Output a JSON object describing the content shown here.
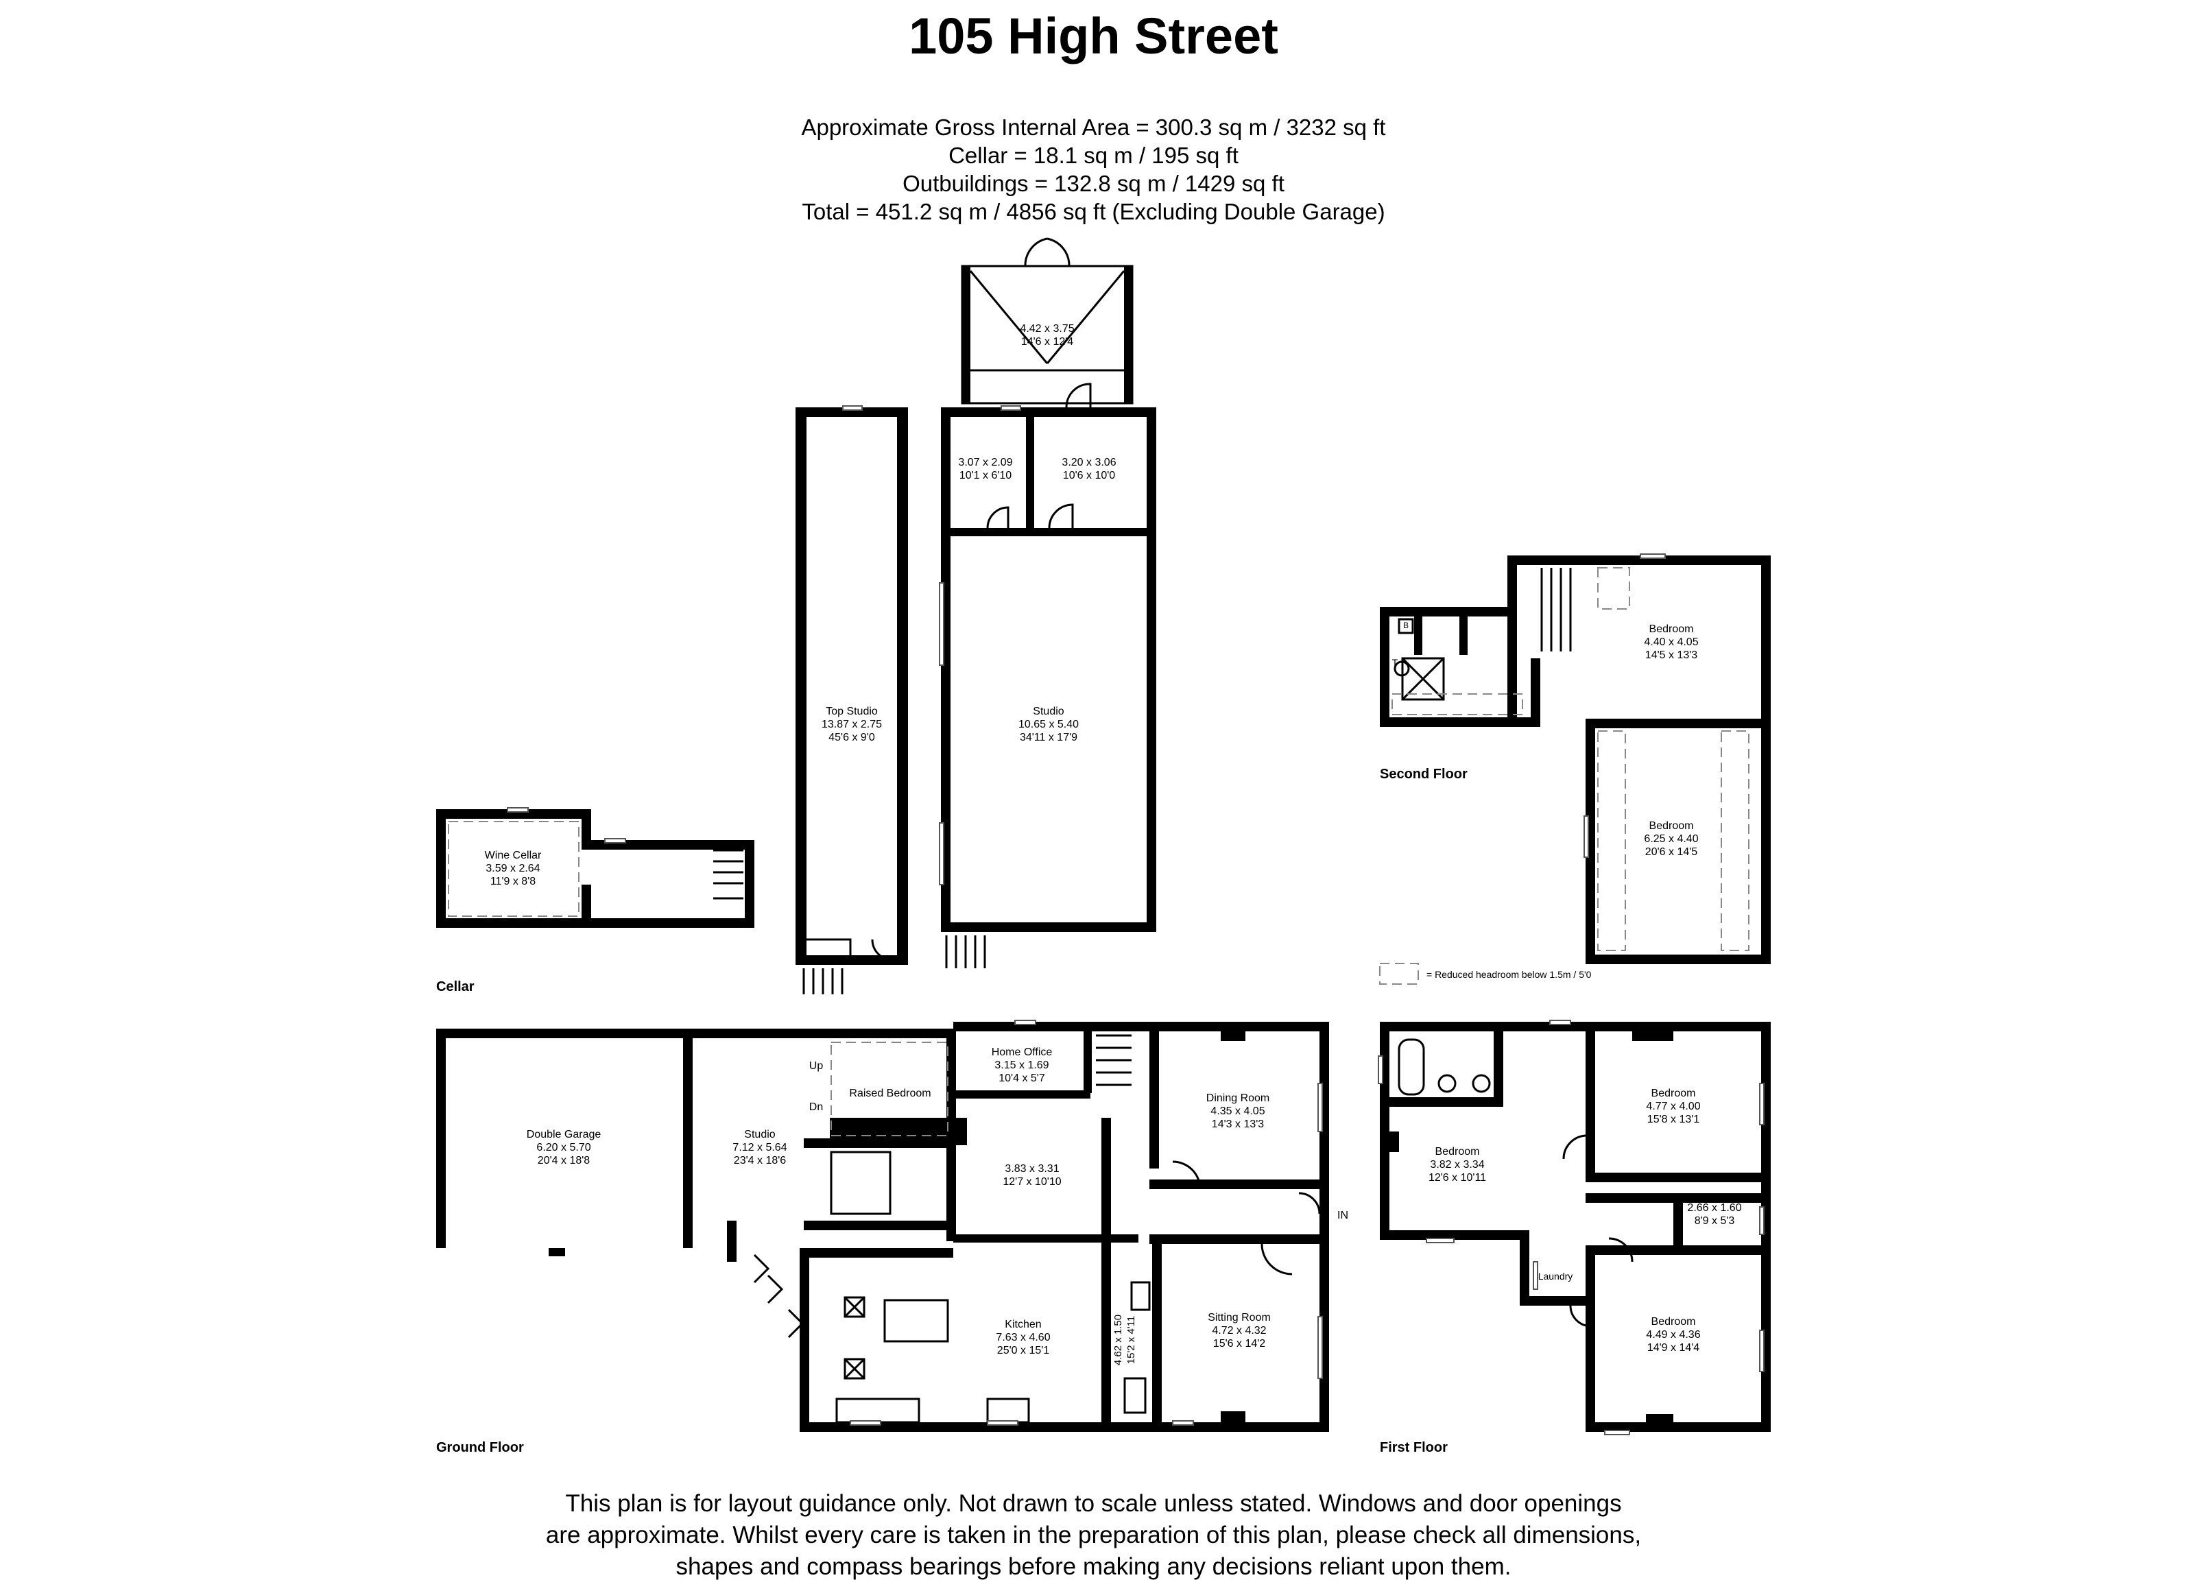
{
  "title": "105 High Street",
  "areas": [
    "Approximate Gross Internal Area = 300.3 sq m / 3232 sq ft",
    "Cellar = 18.1 sq m / 195 sq ft",
    "Outbuildings = 132.8 sq m / 1429 sq ft",
    "Total = 451.2 sq m / 4856 sq ft (Excluding Double Garage)"
  ],
  "floor_labels": {
    "cellar": "Cellar",
    "ground": "Ground Floor",
    "first": "First Floor",
    "second": "Second Floor"
  },
  "legend": "= Reduced headroom below 1.5m / 5'0",
  "rooms": {
    "conservatory": {
      "metric": "4.42 x 3.75",
      "imperial": "14'6 x 12'4"
    },
    "out_room_a": {
      "metric": "3.07 x 2.09",
      "imperial": "10'1 x 6'10"
    },
    "out_room_b": {
      "metric": "3.20 x 3.06",
      "imperial": "10'6 x 10'0"
    },
    "top_studio": {
      "name": "Top Studio",
      "metric": "13.87 x 2.75",
      "imperial": "45'6 x 9'0"
    },
    "studio_out": {
      "name": "Studio",
      "metric": "10.65 x 5.40",
      "imperial": "34'11 x 17'9"
    },
    "wine_cellar": {
      "name": "Wine Cellar",
      "metric": "3.59 x 2.64",
      "imperial": "11'9 x 8'8"
    },
    "bedroom_s1": {
      "name": "Bedroom",
      "metric": "4.40 x 4.05",
      "imperial": "14'5 x 13'3"
    },
    "bedroom_s2": {
      "name": "Bedroom",
      "metric": "6.25 x 4.40",
      "imperial": "20'6 x 14'5"
    },
    "double_garage": {
      "name": "Double Garage",
      "metric": "6.20 x 5.70",
      "imperial": "20'4 x 18'8"
    },
    "studio_gf": {
      "name": "Studio",
      "metric": "7.12 x 5.64",
      "imperial": "23'4 x 18'6"
    },
    "raised_bedroom": {
      "name": "Raised Bedroom"
    },
    "up": "Up",
    "dn": "Dn",
    "home_office": {
      "name": "Home Office",
      "metric": "3.15 x 1.69",
      "imperial": "10'4 x 5'7"
    },
    "hall_gf": {
      "metric": "3.83 x 3.31",
      "imperial": "12'7 x 10'10"
    },
    "dining_room": {
      "name": "Dining Room",
      "metric": "4.35 x 4.05",
      "imperial": "14'3 x 13'3"
    },
    "kitchen": {
      "name": "Kitchen",
      "metric": "7.63 x 4.60",
      "imperial": "25'0 x 15'1"
    },
    "utility": {
      "metric": "4.62 x 1.50",
      "imperial": "15'2 x 4'11"
    },
    "sitting_room": {
      "name": "Sitting Room",
      "metric": "4.72 x 4.32",
      "imperial": "15'6 x 14'2"
    },
    "in": "IN",
    "bedroom_f1": {
      "name": "Bedroom",
      "metric": "3.82 x 3.34",
      "imperial": "12'6 x 10'11"
    },
    "bedroom_f2": {
      "name": "Bedroom",
      "metric": "4.77 x 4.00",
      "imperial": "15'8 x 13'1"
    },
    "bedroom_f3": {
      "metric": "2.66 x 1.60",
      "imperial": "8'9 x 5'3"
    },
    "laundry": "Laundry",
    "bedroom_f4": {
      "name": "Bedroom",
      "metric": "4.49 x 4.36",
      "imperial": "14'9 x 14'4"
    }
  },
  "fixture_marks": {
    "toilet": "T",
    "boiler": "B"
  },
  "disclaimer": [
    "This plan is for layout guidance only. Not drawn to scale unless stated. Windows and door openings",
    "are approximate. Whilst every care is taken in the preparation of this plan, please check all dimensions,",
    "shapes and compass bearings before making any decisions reliant upon them."
  ]
}
